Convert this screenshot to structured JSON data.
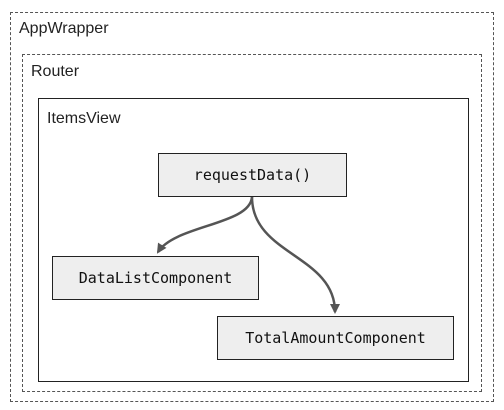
{
  "containers": {
    "app_wrapper": "AppWrapper",
    "router": "Router",
    "items_view": "ItemsView"
  },
  "nodes": {
    "request_data": "requestData()",
    "data_list": "DataListComponent",
    "total_amount": "TotalAmountComponent"
  },
  "edges": [
    {
      "from": "requestData()",
      "to": "DataListComponent"
    },
    {
      "from": "requestData()",
      "to": "TotalAmountComponent"
    }
  ],
  "colors": {
    "node_fill": "#eeeeee",
    "border": "#222222",
    "arrow": "#555555"
  }
}
